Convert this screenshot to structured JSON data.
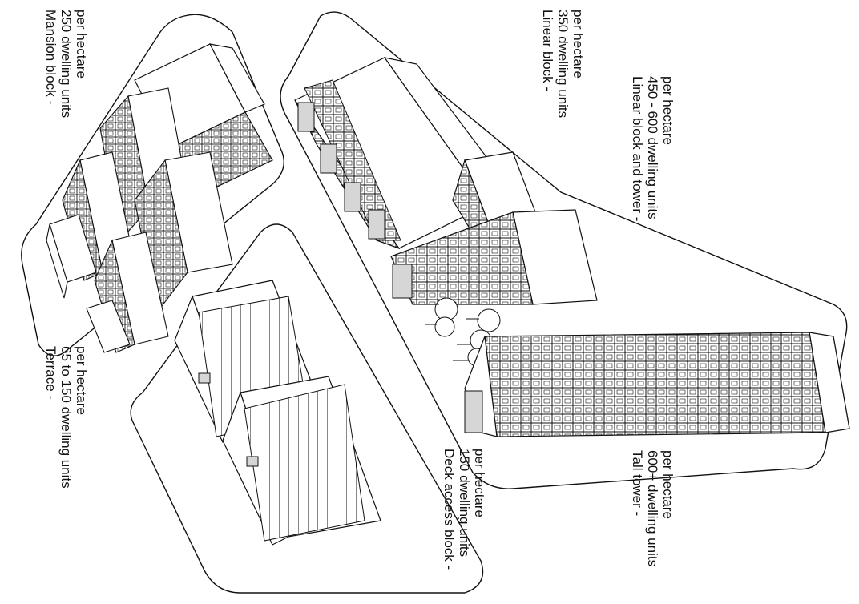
{
  "labels": {
    "mansion": {
      "title": "Mansion block -",
      "line2": "250 dwelling units",
      "line3": "per hectare"
    },
    "linear": {
      "title": "Linear block -",
      "line2": "350 dwelling units",
      "line3": "per hectare"
    },
    "linear_tower": {
      "title": "Linear block and tower -",
      "line2": "450 - 600 dwelling units",
      "line3": "per hectare"
    },
    "terrace": {
      "title": "Terrace -",
      "line2": "65 to 150 dwelling units",
      "line3": "per hectare"
    },
    "deck": {
      "title": "Deck access block -",
      "line2": "150 dwelling units",
      "line3": "per hectare"
    },
    "tall_tower": {
      "title": "Tall tower -",
      "line2": "600+ dwelling units",
      "line3": "per hectare"
    }
  },
  "colors": {
    "line": "#111111",
    "shade": "#d6d6d6",
    "background": "#ffffff"
  }
}
